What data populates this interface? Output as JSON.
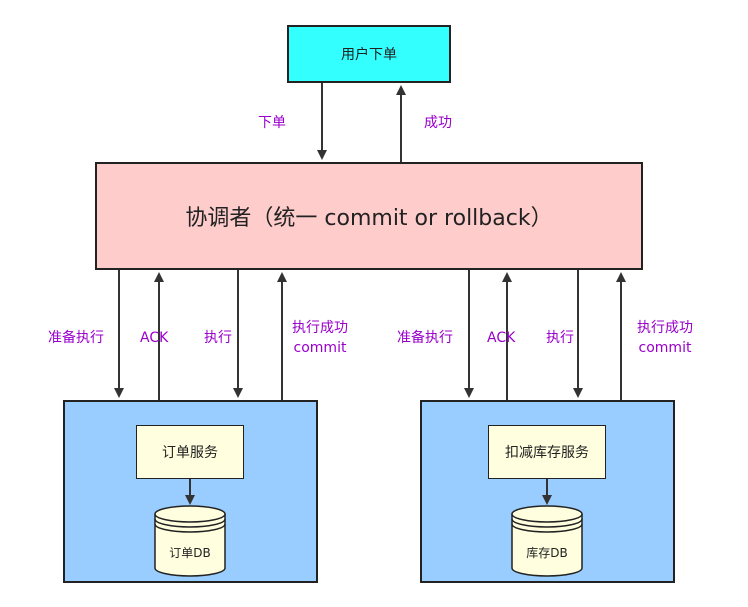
{
  "user": {
    "label": "用户下单"
  },
  "coordinator": {
    "label": "协调者（统一 commit or rollback）"
  },
  "top_labels": {
    "place_order": "下单",
    "success": "成功"
  },
  "left_labels": {
    "prepare": "准备执行",
    "ack": "ACK",
    "execute": "执行",
    "exec_success": "执行成功\ncommit"
  },
  "right_labels": {
    "prepare": "准备执行",
    "ack": "ACK",
    "execute": "执行",
    "exec_success": "执行成功\ncommit"
  },
  "order_service": {
    "label": "订单服务",
    "db": "订单DB"
  },
  "stock_service": {
    "label": "扣减库存服务",
    "db": "库存DB"
  },
  "colors": {
    "user_fill": "#33ffff",
    "coordinator_fill": "#ffcccc",
    "service_fill": "#99ccff",
    "inner_fill": "#ffffe0",
    "label_color": "#9900cc"
  }
}
